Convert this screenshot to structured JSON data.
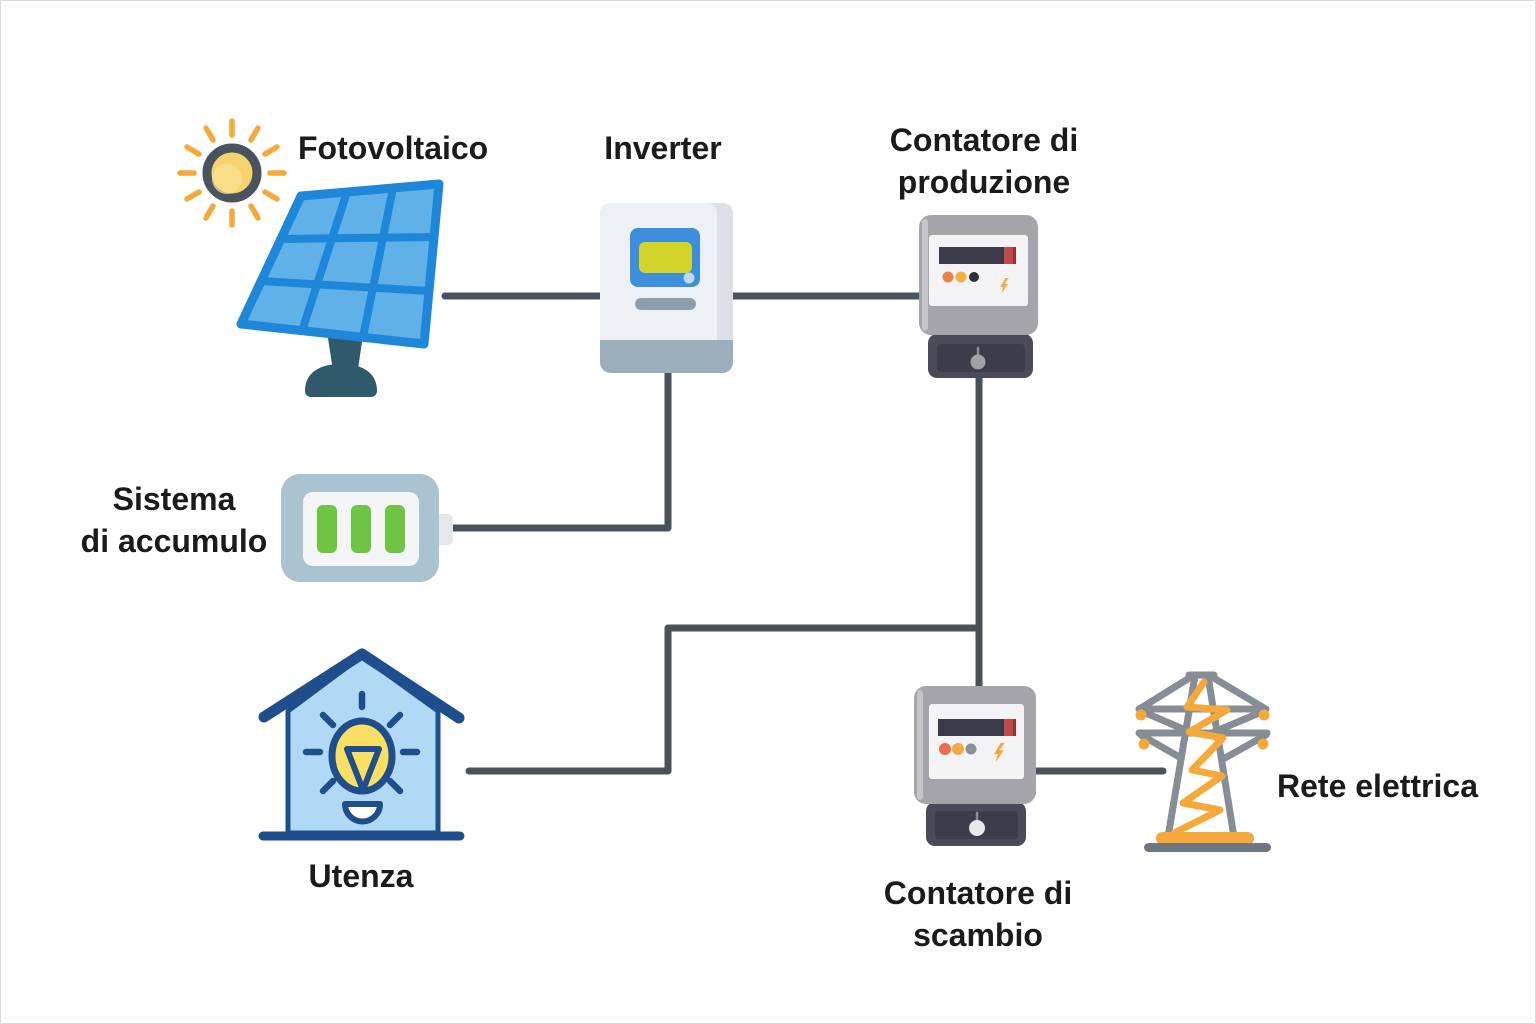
{
  "diagram": {
    "type": "flow-diagram",
    "language": "it",
    "nodes": [
      {
        "id": "fotovoltaico",
        "label": "Fotovoltaico",
        "icon": "solar-panel-icon"
      },
      {
        "id": "inverter",
        "label": "Inverter",
        "icon": "inverter-icon"
      },
      {
        "id": "contatore-produzione",
        "label": "Contatore di\nproduzione",
        "icon": "electric-meter-icon"
      },
      {
        "id": "sistema-accumulo",
        "label": "Sistema\ndi accumulo",
        "icon": "battery-icon"
      },
      {
        "id": "utenza",
        "label": "Utenza",
        "icon": "house-bulb-icon"
      },
      {
        "id": "contatore-scambio",
        "label": "Contatore di\nscambio",
        "icon": "electric-meter-icon"
      },
      {
        "id": "rete-elettrica",
        "label": "Rete elettrica",
        "icon": "transmission-tower-icon"
      }
    ],
    "edges": [
      {
        "id": "e1",
        "from": "fotovoltaico",
        "to": "inverter"
      },
      {
        "id": "e2",
        "from": "inverter",
        "to": "contatore-produzione"
      },
      {
        "id": "e3",
        "from": "inverter",
        "to": "sistema-accumulo"
      },
      {
        "id": "e4",
        "from": "contatore-produzione",
        "to": "contatore-scambio"
      },
      {
        "id": "e5",
        "from": "utenza",
        "to": "e4"
      },
      {
        "id": "e6",
        "from": "contatore-scambio",
        "to": "rete-elettrica"
      }
    ],
    "colors": {
      "background": "#ffffff",
      "wire": "#49525b",
      "label": "#1b1b1b",
      "accent_orange": "#f5a93b",
      "sun_yellow": "#f8d26e",
      "sun_ring": "#4a545e",
      "solar_frame_blue": "#1e87d9",
      "solar_cell_blue": "#60b1e8",
      "solar_stand": "#2f5a6c",
      "inverter_body": "#edf1f4",
      "inverter_bottom": "#9aafbb",
      "inverter_screen_blue": "#3e8ede",
      "inverter_screen_green": "#d3d32a",
      "meter_gray": "#a4a4aa",
      "meter_panel": "#f3f3f5",
      "meter_display": "#3a3a49",
      "meter_display_red": "#be4b49",
      "meter_dark": "#4a4a59",
      "battery_body": "#a9c3d0",
      "battery_green": "#6ec443",
      "house_outline": "#1f4e8c",
      "house_fill": "#afd9f4",
      "bulb_yellow": "#f9df63",
      "tower_gray": "#878d95"
    }
  }
}
